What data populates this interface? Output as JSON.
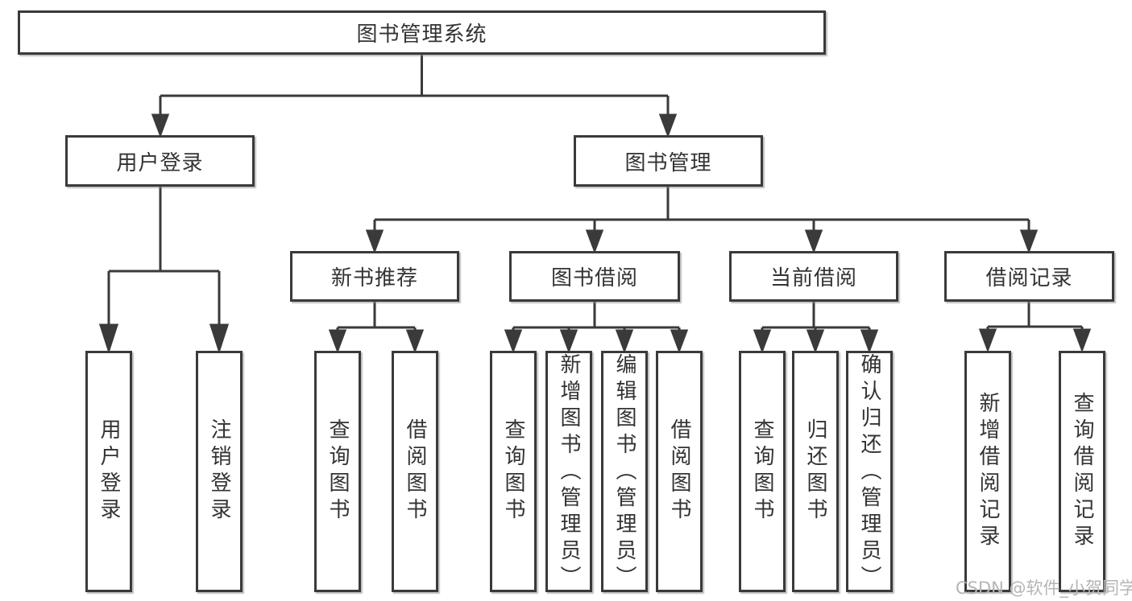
{
  "diagram": {
    "root": {
      "label": "图书管理系统"
    },
    "branches": [
      {
        "label": "用户登录",
        "children": [
          {
            "label": "用户登录"
          },
          {
            "label": "注销登录"
          }
        ]
      },
      {
        "label": "图书管理",
        "sections": [
          {
            "label": "新书推荐",
            "children": [
              {
                "label": "查询图书"
              },
              {
                "label": "借阅图书"
              }
            ]
          },
          {
            "label": "图书借阅",
            "children": [
              {
                "label": "查询图书"
              },
              {
                "label": "新增图书（管理员）"
              },
              {
                "label": "编辑图书（管理员）"
              },
              {
                "label": "借阅图书"
              }
            ]
          },
          {
            "label": "当前借阅",
            "children": [
              {
                "label": "查询图书"
              },
              {
                "label": "归还图书"
              },
              {
                "label": "确认归还（管理员）"
              }
            ]
          },
          {
            "label": "借阅记录",
            "children": [
              {
                "label": "新增借阅记录"
              },
              {
                "label": "查询借阅记录"
              }
            ]
          }
        ]
      }
    ]
  },
  "watermark": {
    "text": "CSDN @软件_小贺同学"
  },
  "colors": {
    "line": "#3a3a3a",
    "box_border": "#3a3a3a",
    "text": "#333333",
    "watermark": "#b5b5b5",
    "background": "#ffffff"
  }
}
